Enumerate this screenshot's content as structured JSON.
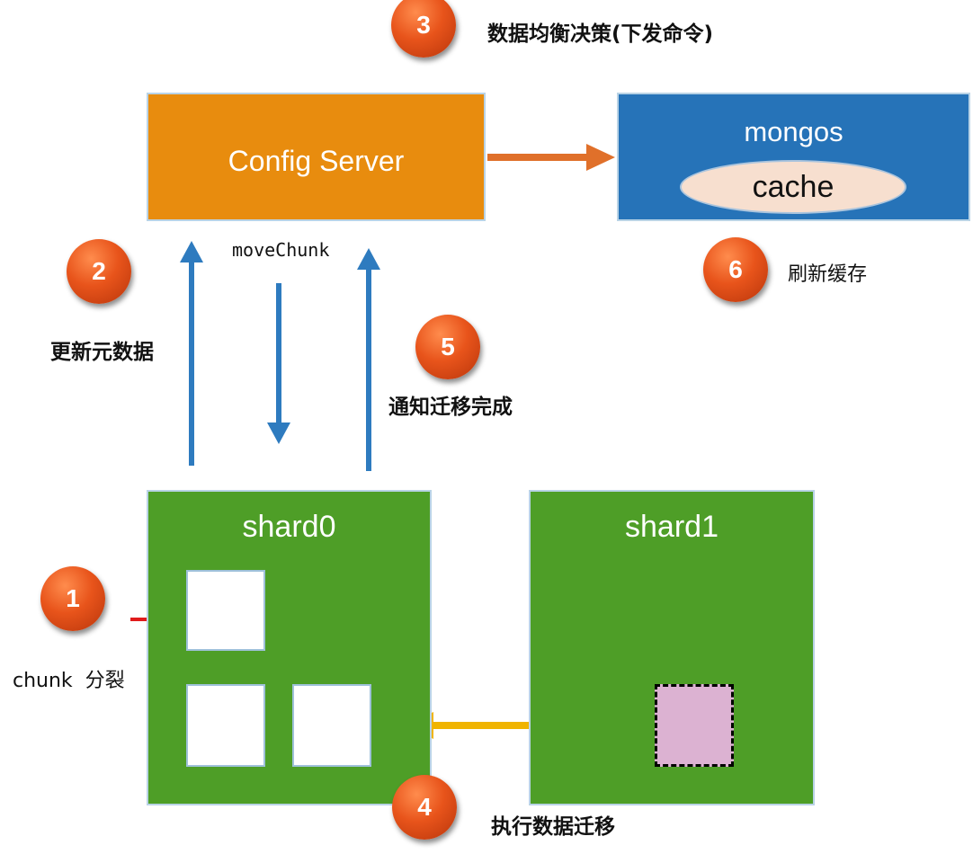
{
  "nodes": {
    "config_server": "Config Server",
    "mongos": "mongos",
    "cache": "cache",
    "shard0": "shard0",
    "shard1": "shard1"
  },
  "steps": [
    {
      "number": "1",
      "label": "chunk  分裂"
    },
    {
      "number": "2",
      "label": "更新元数据"
    },
    {
      "number": "3",
      "label": "数据均衡决策(下发命令)"
    },
    {
      "number": "4",
      "label": "执行数据迁移"
    },
    {
      "number": "5",
      "label": "通知迁移完成"
    },
    {
      "number": "6",
      "label": "刷新缓存"
    }
  ],
  "edge_labels": {
    "move_chunk": "moveChunk"
  },
  "colors": {
    "config_server": "#e88c0e",
    "mongos": "#2673b8",
    "shard": "#4e9e27",
    "cache": "#f7dfcf",
    "migrated_chunk": "#dcb2d2",
    "badge": "#e8541b",
    "arrow_blue": "#2e7bbf",
    "arrow_orange": "#e0702a",
    "arrow_gold": "#f0b400",
    "arrow_red": "#e01b1b"
  }
}
